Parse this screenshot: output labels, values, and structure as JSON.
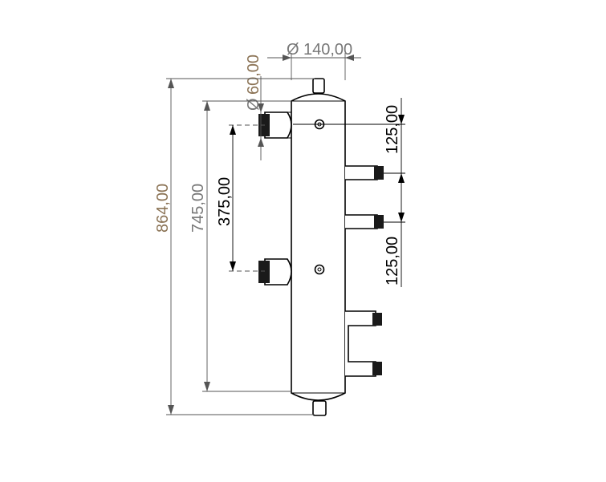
{
  "colors": {
    "brown": "#8b7355",
    "gray": "#777777",
    "black": "#000000"
  },
  "dimensions": {
    "d140": "140,00",
    "d60": "60,00",
    "d864": "864,00",
    "d745": "745,00",
    "d375": "375,00",
    "d125_top": "125,00",
    "d125_mid": "125,00"
  },
  "symbols": {
    "diameter": "Ø"
  }
}
